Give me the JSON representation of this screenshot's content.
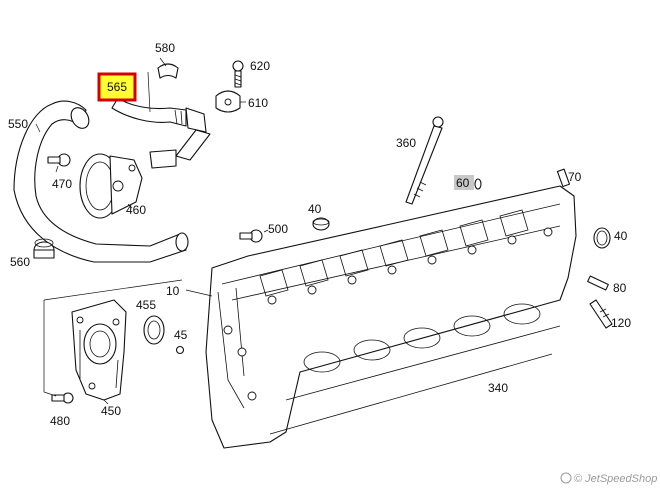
{
  "callouts": {
    "c580": "580",
    "c620": "620",
    "c565": "565",
    "c610": "610",
    "c550": "550",
    "c470": "470",
    "c460": "460",
    "c560": "560",
    "c360": "360",
    "c60": "60",
    "c70": "70",
    "c40a": "40",
    "c40b": "40",
    "c500": "500",
    "c10": "10",
    "c455": "455",
    "c45": "45",
    "c80": "80",
    "c120": "120",
    "c340": "340",
    "c480": "480",
    "c450": "450"
  },
  "highlight": {
    "label": "565",
    "box_color": "#d40000",
    "fill_color": "#ffff33"
  },
  "watermark": "© JetSpeedShop",
  "colors": {
    "line": "#111111",
    "shaded_label_bg": "#c8c8c8"
  }
}
